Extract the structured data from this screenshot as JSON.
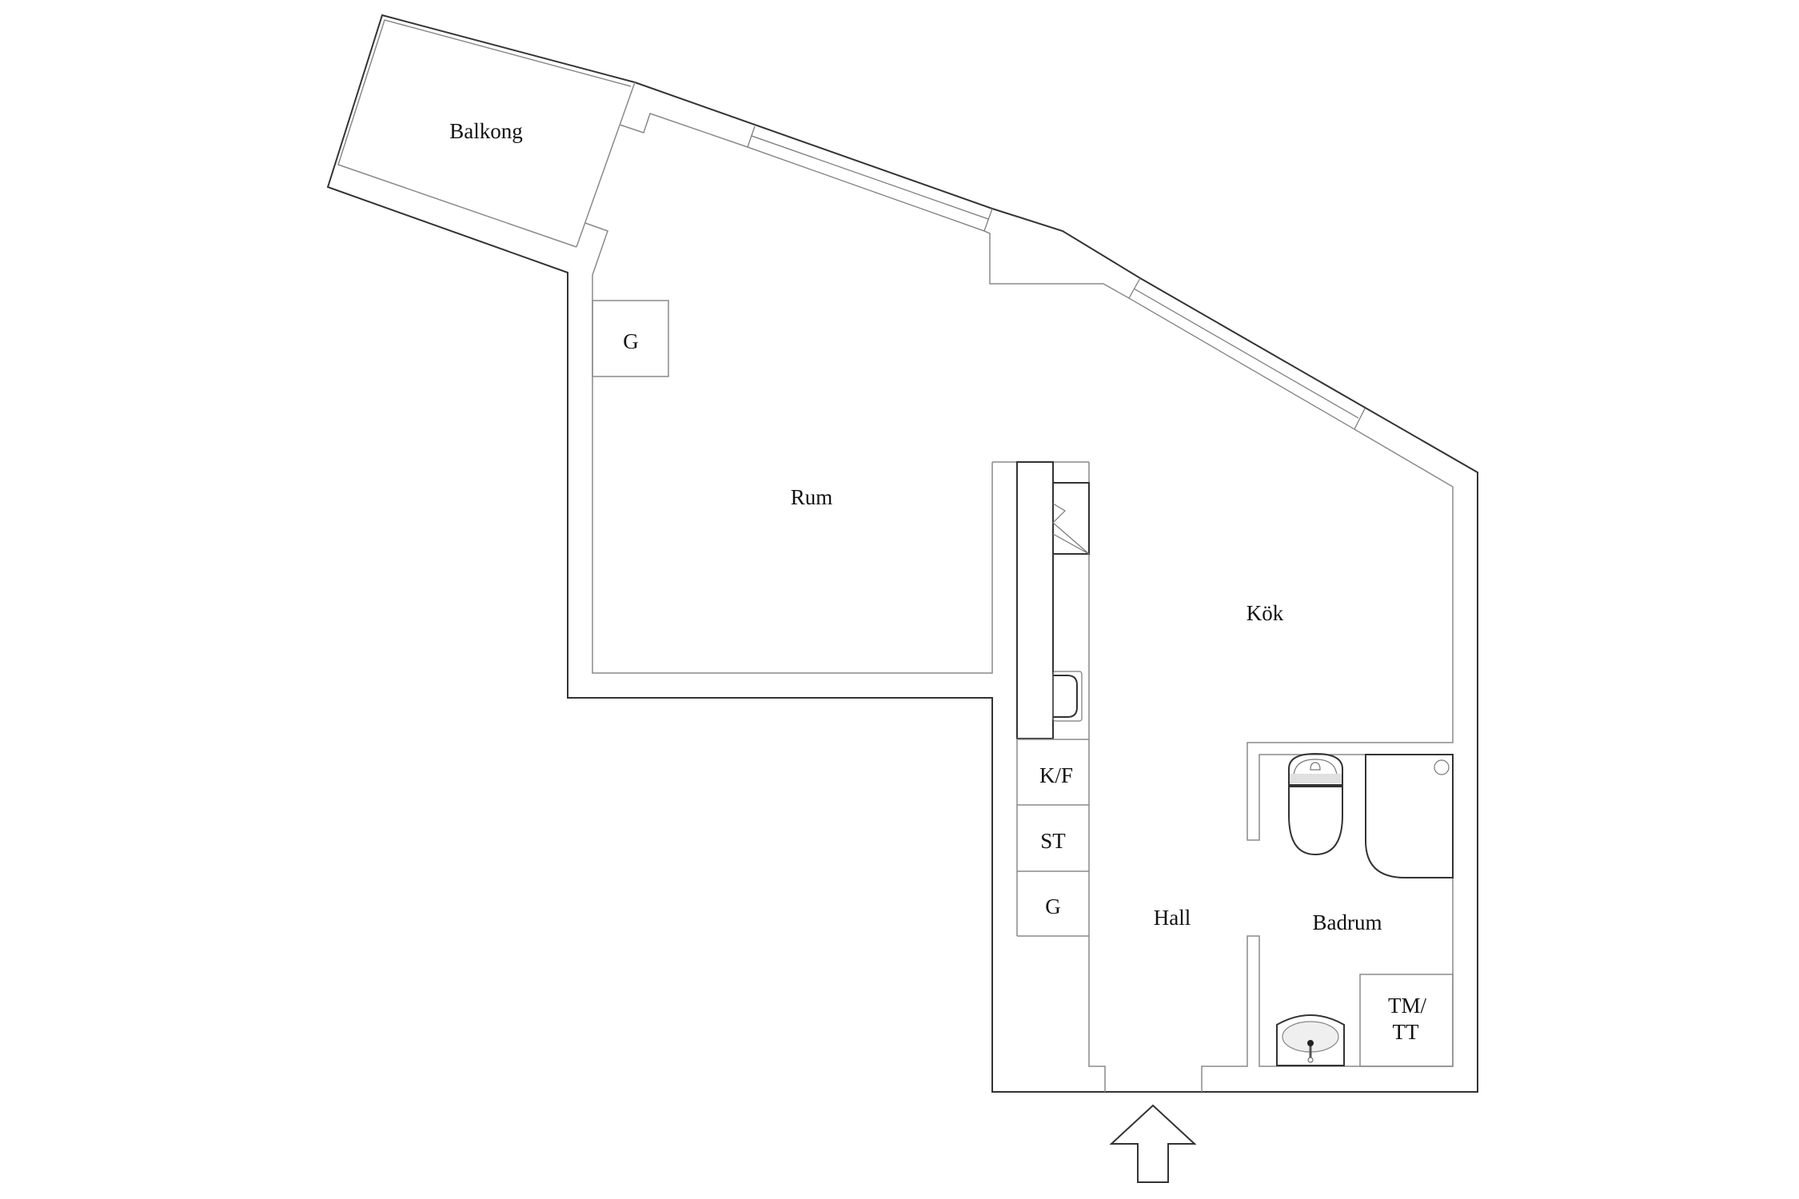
{
  "plan": {
    "type": "apartment floor plan",
    "rooms": [
      {
        "id": "balkong",
        "label": "Balkong"
      },
      {
        "id": "rum",
        "label": "Rum"
      },
      {
        "id": "kok",
        "label": "Kök"
      },
      {
        "id": "hall",
        "label": "Hall"
      },
      {
        "id": "badrum",
        "label": "Badrum"
      }
    ],
    "fixtures": [
      {
        "id": "wardrobe-rum",
        "label": "G"
      },
      {
        "id": "fridge-freezer",
        "label": "K/F"
      },
      {
        "id": "storage",
        "label": "ST"
      },
      {
        "id": "wardrobe-hall",
        "label": "G"
      },
      {
        "id": "washer-dryer",
        "label": "TM/TT",
        "lines": [
          "TM/",
          "TT"
        ]
      }
    ],
    "entrance": {
      "icon": "entrance-arrow-icon"
    },
    "colors": {
      "background": "#ffffff",
      "wall_outer": "#333333",
      "wall_inner": "#8a8a8a",
      "text": "#111111"
    }
  }
}
